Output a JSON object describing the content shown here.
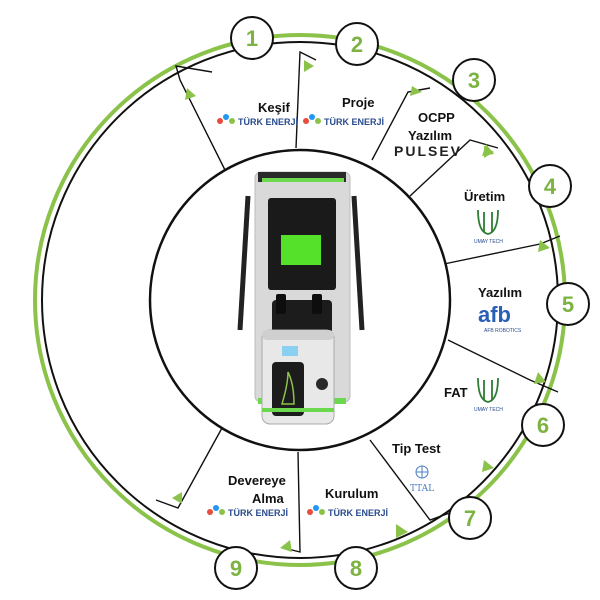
{
  "accent": "#7cb342",
  "steps": [
    {
      "num": "1",
      "label": "Keşif",
      "brand": "TÜRK ENERJİ",
      "brand_icon": "turk-enerji-logo-icon"
    },
    {
      "num": "2",
      "label": "Proje",
      "brand": "TÜRK ENERJİ",
      "brand_icon": "turk-enerji-logo-icon"
    },
    {
      "num": "3",
      "label": "OCPP",
      "label2": "Yazılım",
      "brand": "PULSEV",
      "brand_icon": "pulsev-logo-icon"
    },
    {
      "num": "4",
      "label": "Üretim",
      "brand": "UMAY TECH",
      "brand_icon": "umay-tech-logo-icon"
    },
    {
      "num": "5",
      "label": "Yazılım",
      "brand": "AFB ROBOTICS",
      "brand_mark": "afb",
      "brand_icon": "afb-robotics-logo-icon"
    },
    {
      "num": "6",
      "label": "FAT",
      "brand": "UMAY TECH",
      "brand_icon": "umay-tech-logo-icon"
    },
    {
      "num": "7",
      "label": "Tip Test",
      "brand": "TTAL",
      "brand_icon": "ttal-logo-icon"
    },
    {
      "num": "8",
      "label": "Kurulum",
      "brand": "TÜRK ENERJİ",
      "brand_icon": "turk-enerji-logo-icon"
    },
    {
      "num": "9",
      "label": "Devereye",
      "label2": "Alma",
      "brand": "TÜRK ENERJİ",
      "brand_icon": "turk-enerji-logo-icon"
    }
  ]
}
